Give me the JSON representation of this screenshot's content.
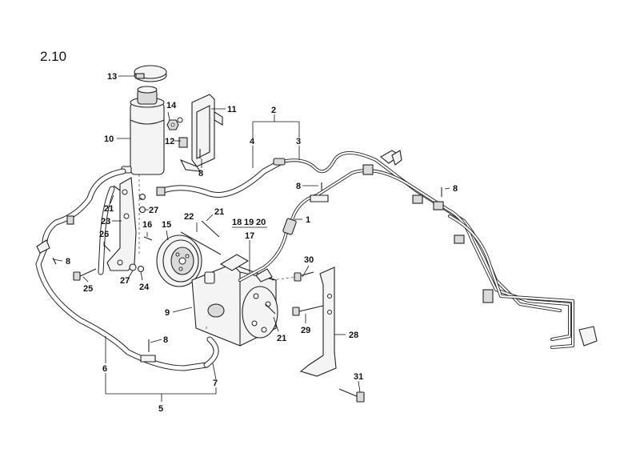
{
  "section_number": "2.10",
  "callouts": {
    "c1": "1",
    "c2": "2",
    "c3": "3",
    "c4": "4",
    "c5": "5",
    "c6": "6",
    "c7": "7",
    "c8a": "8",
    "c8b": "8",
    "c8c": "8",
    "c8d": "8",
    "c8e": "8",
    "c9": "9",
    "c10": "10",
    "c11": "11",
    "c12": "12",
    "c13": "13",
    "c14": "14",
    "c15": "15",
    "c16": "16",
    "c17": "17",
    "c18": "18",
    "c19": "19",
    "c20": "20",
    "c21a": "21",
    "c21b": "21",
    "c21c": "21",
    "c22": "22",
    "c23": "23",
    "c24": "24",
    "c25": "25",
    "c26": "26",
    "c27a": "27",
    "c27b": "27",
    "c28": "28",
    "c29": "29",
    "c30": "30",
    "c31": "31"
  }
}
